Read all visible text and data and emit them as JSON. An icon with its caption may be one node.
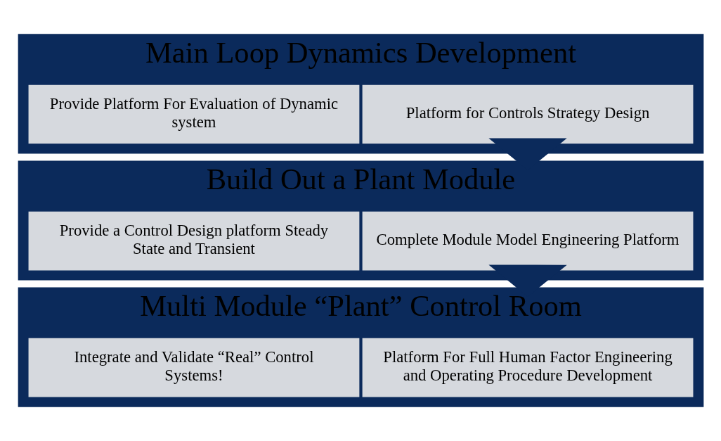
{
  "diagram": {
    "nodes": [
      {
        "text": [
          "Main Loop Dynamics Development"
        ]
      },
      {
        "text": [
          "Platform for Controls Strategy Design"
        ],
        "in": 0
      },
      {
        "text": [
          "Provide Platform For Evaluation of Dynamic system"
        ],
        "in": 0
      },
      {
        "text": [
          "Build Out a Plant Module"
        ]
      },
      {
        "text": [
          "Complete Module Model Engineering Platform"
        ],
        "in": 3
      },
      {
        "text": [
          "Provide a Control Design platform Steady State and Transient"
        ],
        "in": 3
      },
      {
        "text": [
          "Multi Module “Plant” Control Room"
        ]
      },
      {
        "text": [
          "Platform For Full Human Factor Engineering and Operating Procedure Development"
        ],
        "in": 6
      },
      {
        "text": [
          "Integrate and Validate “Real” Control Systems!"
        ],
        "in": 6
      }
    ],
    "edges": [
      {
        "from": 0,
        "to": 3,
        "arrow": "to"
      },
      {
        "from": 3,
        "to": 6,
        "arrow": "to"
      }
    ]
  }
}
